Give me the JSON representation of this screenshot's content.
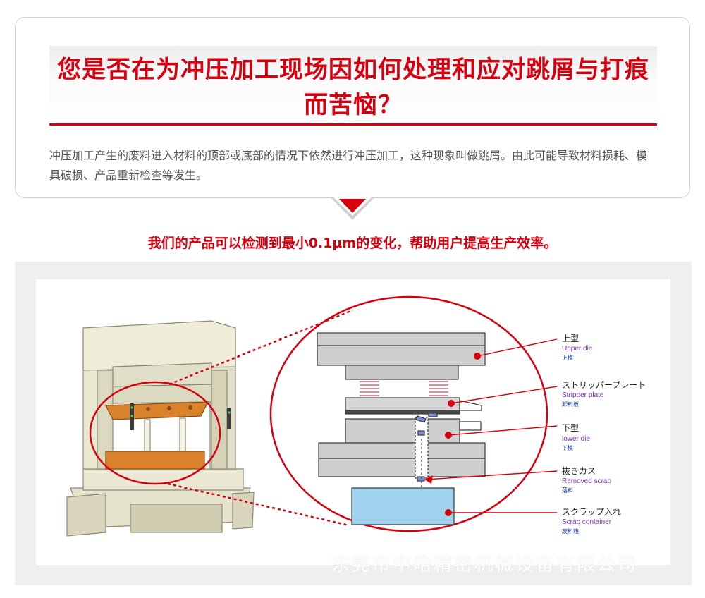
{
  "header": {
    "title": "您是否在为冲压加工现场因如何处理和应对跳屑与打痕而苦恼？",
    "description": "冲压加工产生的废料进入材料的顶部或底部的情况下依然进行冲压加工，这种现象叫做跳屑。由此可能导致材料损耗、模具破损、产品重新检查等发生。",
    "accent_color": "#d7000f"
  },
  "subheading": "我们的产品可以检测到最小0.1μm的变化，帮助用户提高生产效率。",
  "diagram": {
    "labels": [
      {
        "jp": "上型",
        "en": "Upper die",
        "cn": "上模"
      },
      {
        "jp": "ストリッパープレート",
        "en": "Stripper plate",
        "cn": "卸料板"
      },
      {
        "jp": "下型",
        "en": "lower die",
        "cn": "下模"
      },
      {
        "jp": "抜きカス",
        "en": "Removed scrap",
        "cn": "落料"
      },
      {
        "jp": "スクラップ入れ",
        "en": "Scrap container",
        "cn": "废料箱"
      }
    ],
    "marker_color": "#d7000f",
    "container_color": "#9fd3ee"
  },
  "watermark": "东莞市中晧精密机械设备有限公司"
}
